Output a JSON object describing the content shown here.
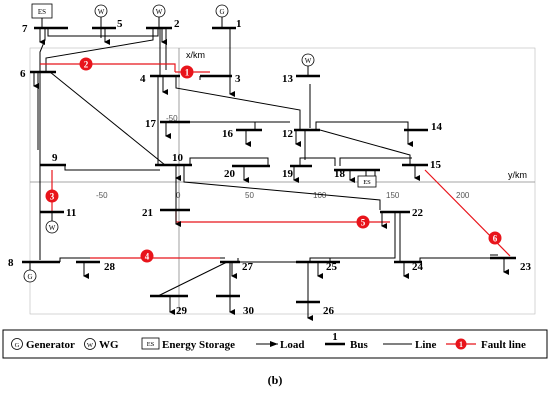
{
  "axes": {
    "x_label": "x/km",
    "y_label": "y/km",
    "ticks_h": [
      "-50",
      "0",
      "50",
      "100",
      "150",
      "200"
    ],
    "tick_v": "-50"
  },
  "buses": [
    "1",
    "2",
    "3",
    "4",
    "5",
    "6",
    "7",
    "8",
    "9",
    "10",
    "11",
    "12",
    "13",
    "14",
    "15",
    "16",
    "17",
    "18",
    "19",
    "20",
    "21",
    "22",
    "23",
    "24",
    "25",
    "26",
    "27",
    "28",
    "29",
    "30"
  ],
  "devices": {
    "energy_storage": "ES",
    "wind_generator": "W",
    "generator": "G"
  },
  "fault_lines": [
    "1",
    "2",
    "3",
    "4",
    "5",
    "6"
  ],
  "legend": {
    "generator": "Generator",
    "wg": "WG",
    "energy_storage": "Energy Storage",
    "load": "Load",
    "bus_number": "1",
    "bus": "Bus",
    "line": "Line",
    "fault_number": "1",
    "fault_line": "Fault line"
  },
  "caption": "(b)",
  "colors": {
    "fault": "#e8141b",
    "line": "#000000",
    "axes": "#888888"
  }
}
